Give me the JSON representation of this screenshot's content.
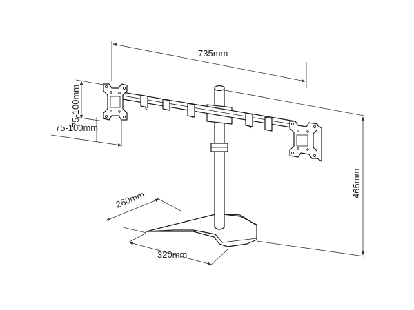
{
  "dimensions": {
    "width_label": "735mm",
    "height_label": "465mm",
    "vesa_vertical_label": "75-100mm",
    "vesa_horizontal_label": "75-100mm",
    "base_depth_label": "260mm",
    "base_width_label": "320mm"
  },
  "colors": {
    "line": "#1a1a1a",
    "background": "#ffffff"
  }
}
